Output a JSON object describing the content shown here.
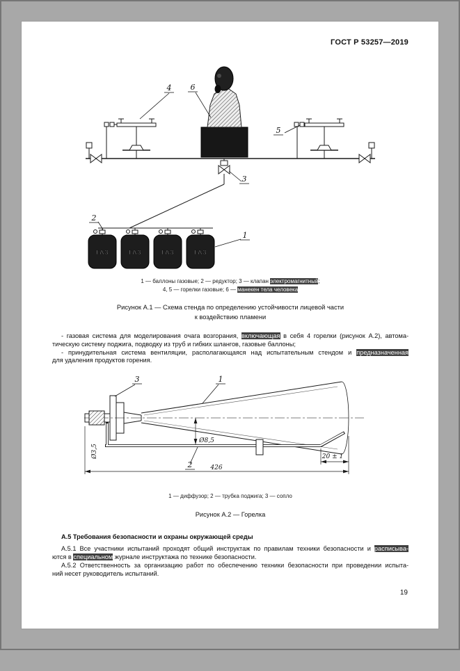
{
  "header": {
    "doc_code": "ГОСТ Р 53257—2019"
  },
  "figure_a1": {
    "callouts": {
      "c1": "1",
      "c2": "2",
      "c3": "3",
      "c4": "4",
      "c5": "5",
      "c6": "6"
    },
    "cylinder_label": "ГАЗ",
    "legend_line1": [
      {
        "t": "1 — баллоны газовые; 2 — редуктор; 3 — клапан ",
        "hl": false
      },
      {
        "t": "электромагнитный",
        "hl": true
      },
      {
        "t": ";",
        "hl": false
      }
    ],
    "legend_line2": [
      {
        "t": "4, 5 — горелки газовые; 6 — ",
        "hl": false
      },
      {
        "t": "манекен тела человека",
        "hl": true
      }
    ],
    "caption_line1": "Рисунок А.1 — Схема стенда по определению устойчивости лицевой части",
    "caption_line2": "к воздействию пламени"
  },
  "body": {
    "p1_line1": [
      {
        "t": "- газовая система для моделирования очага возгорания, ",
        "hl": false
      },
      {
        "t": "включающая",
        "hl": true
      },
      {
        "t": " в себя 4 горелки (рисунок А.2), автома-",
        "hl": false
      }
    ],
    "p1_line2": [
      {
        "t": "тическую систему поджига, подводку из труб и гибких шлангов, газовые баллоны;",
        "hl": false
      }
    ],
    "p2_line1": [
      {
        "t": "- принудительная система вентиляции, располагающаяся над испытательным стендом и ",
        "hl": false
      },
      {
        "t": "предназначенная",
        "hl": true
      }
    ],
    "p2_line2": [
      {
        "t": "для удаления продуктов горения.",
        "hl": false
      }
    ]
  },
  "figure_a2": {
    "callouts": {
      "c1": "1",
      "c2": "2",
      "c3": "3"
    },
    "dims": {
      "length": "426",
      "end": "20 ± 1",
      "hole": "Ø8,5",
      "tube": "Ø3,5"
    },
    "legend": [
      {
        "t": "1 — диффузор; 2 — трубка поджига; 3 — сопло",
        "hl": false
      }
    ],
    "caption": "Рисунок А.2 — Горелка"
  },
  "section_a5": {
    "heading": "А.5 Требования безопасности и охраны окружающей среды",
    "p1_line1": [
      {
        "t": "А.5.1 Все участники испытаний проходят общий инструктаж по правилам техники безопасности и ",
        "hl": false
      },
      {
        "t": "расписыва-",
        "hl": true
      }
    ],
    "p1_line2": [
      {
        "t": "ются в ",
        "hl": false
      },
      {
        "t": "специальном",
        "hl": true
      },
      {
        "t": " журнале инструктажа по технике безопасности.",
        "hl": false
      }
    ],
    "p2_line1": [
      {
        "t": "А.5.2 Ответственность за организацию работ по обеспечению техники безопасности при проведении испыта-",
        "hl": false
      }
    ],
    "p2_line2": [
      {
        "t": "ний несет руководитель испытаний.",
        "hl": false
      }
    ]
  },
  "footer": {
    "page_number": "19"
  }
}
